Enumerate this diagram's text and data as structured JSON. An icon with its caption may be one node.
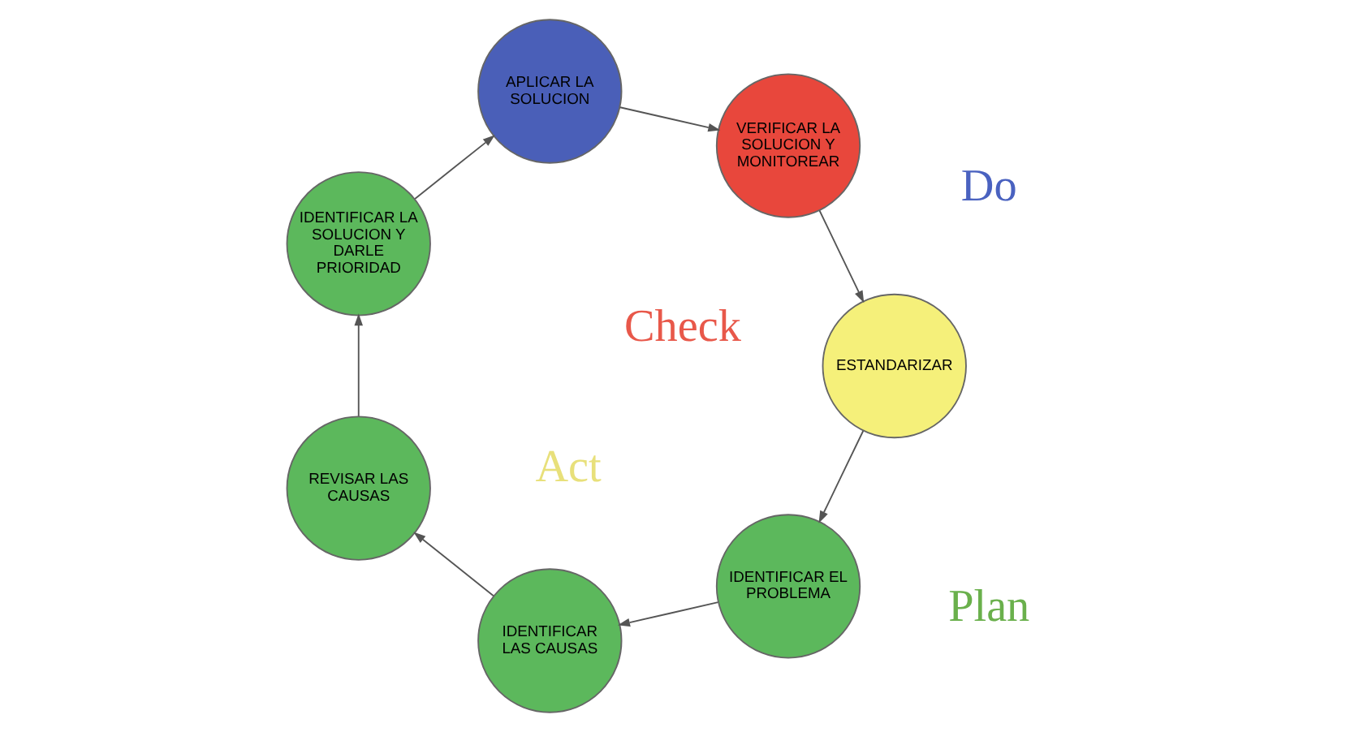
{
  "diagram": {
    "nodes": [
      {
        "text": [
          "IDENTIFICAR EL PROBLEMA"
        ]
      },
      {
        "text": [
          "IDENTIFICAR LAS CAUSAS"
        ]
      },
      {
        "text": [
          "REVISAR LAS CAUSAS"
        ]
      },
      {
        "text": [
          "IDENTIFICAR LA SOLUCION Y DARLE PRIORIDAD"
        ]
      },
      {
        "text": [
          "APLICAR LA SOLUCION"
        ]
      },
      {
        "text": [
          "VERIFICAR LA SOLUCION Y MONITOREAR"
        ]
      },
      {
        "text": [
          "ESTANDARIZAR"
        ]
      }
    ],
    "edges": [
      {
        "from": 6,
        "to": 0,
        "arrow": "to"
      },
      {
        "from": 0,
        "to": 1,
        "arrow": "to"
      },
      {
        "from": 1,
        "to": 2,
        "arrow": "to"
      },
      {
        "from": 2,
        "to": 3,
        "arrow": "to"
      },
      {
        "from": 3,
        "to": 4,
        "arrow": "to"
      },
      {
        "from": 4,
        "to": 5,
        "arrow": "to"
      },
      {
        "from": 5,
        "to": 6,
        "arrow": "to"
      }
    ],
    "labels": [
      "Act",
      "Check",
      "Plan",
      "Do"
    ]
  }
}
